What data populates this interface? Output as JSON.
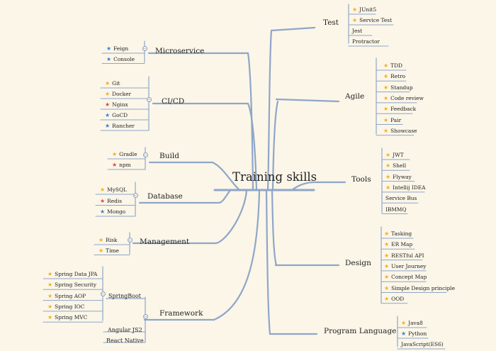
{
  "root": "Training skills",
  "colors": {
    "branch": "#8fa6c9",
    "star_gold": "#f2b01e",
    "star_blue": "#3f7fd0",
    "star_red": "#e2453a",
    "background": "#fbf6e8"
  },
  "branches": [
    {
      "key": "test",
      "label": "Test",
      "side": "right",
      "leaves": [
        {
          "text": "JUnit5",
          "star": "gold"
        },
        {
          "text": "Service Test",
          "star": "gold"
        },
        {
          "text": "Jest",
          "star": null
        },
        {
          "text": "Protractor",
          "star": null
        }
      ]
    },
    {
      "key": "agile",
      "label": "Agile",
      "side": "right",
      "leaves": [
        {
          "text": "TDD",
          "star": "gold"
        },
        {
          "text": "Retro",
          "star": "gold"
        },
        {
          "text": "Standup",
          "star": "gold"
        },
        {
          "text": "Code review",
          "star": "gold"
        },
        {
          "text": "Feedback",
          "star": "gold"
        },
        {
          "text": "Pair",
          "star": "gold"
        },
        {
          "text": "Showcase",
          "star": "gold"
        }
      ]
    },
    {
      "key": "tools",
      "label": "Tools",
      "side": "right",
      "leaves": [
        {
          "text": "JWT",
          "star": "gold"
        },
        {
          "text": "Shell",
          "star": "gold"
        },
        {
          "text": "Flyway",
          "star": "gold"
        },
        {
          "text": "Intellij IDEA",
          "star": "gold"
        },
        {
          "text": "Service Bus",
          "star": null
        },
        {
          "text": "IBMMQ",
          "star": null
        }
      ]
    },
    {
      "key": "design",
      "label": "Design",
      "side": "right",
      "leaves": [
        {
          "text": "Tasking",
          "star": "gold"
        },
        {
          "text": "ER Map",
          "star": "gold"
        },
        {
          "text": "RESTful API",
          "star": "gold"
        },
        {
          "text": "User Journey",
          "star": "gold"
        },
        {
          "text": "Concept Map",
          "star": "gold"
        },
        {
          "text": "Simple Design principle",
          "star": "gold"
        },
        {
          "text": "OOD",
          "star": "gold"
        }
      ]
    },
    {
      "key": "program_language",
      "label": "Program Language",
      "side": "right",
      "leaves": [
        {
          "text": "Java8",
          "star": "gold"
        },
        {
          "text": "Python",
          "star": "blue"
        },
        {
          "text": "JavaScript(ES6)",
          "star": null
        }
      ]
    },
    {
      "key": "microservice",
      "label": "Microservice",
      "side": "left",
      "leaves": [
        {
          "text": "Feign",
          "star": "blue"
        },
        {
          "text": "Console",
          "star": "blue"
        }
      ]
    },
    {
      "key": "cicd",
      "label": "CI/CD",
      "side": "left",
      "leaves": [
        {
          "text": "Git",
          "star": "gold"
        },
        {
          "text": "Docker",
          "star": "gold"
        },
        {
          "text": "Nginx",
          "star": "red"
        },
        {
          "text": "GoCD",
          "star": "blue"
        },
        {
          "text": "Rancher",
          "star": "blue"
        }
      ]
    },
    {
      "key": "build",
      "label": "Build",
      "side": "left",
      "leaves": [
        {
          "text": "Gradle",
          "star": "gold"
        },
        {
          "text": "npm",
          "star": "red"
        }
      ]
    },
    {
      "key": "database",
      "label": "Database",
      "side": "left",
      "leaves": [
        {
          "text": "MySQL",
          "star": "gold"
        },
        {
          "text": "Redis",
          "star": "red"
        },
        {
          "text": "Mongo",
          "star": "blue"
        }
      ]
    },
    {
      "key": "management",
      "label": "Management",
      "side": "left",
      "leaves": [
        {
          "text": "Risk",
          "star": "gold"
        },
        {
          "text": "Time",
          "star": "gold"
        }
      ]
    },
    {
      "key": "framework",
      "label": "Framework",
      "side": "left",
      "children": [
        {
          "label": "SpringBoot",
          "leaves": [
            {
              "text": "Spring Data JPA",
              "star": "gold"
            },
            {
              "text": "Spring Security",
              "star": "gold"
            },
            {
              "text": "Spring AOP",
              "star": "gold"
            },
            {
              "text": "Spring IOC",
              "star": "gold"
            },
            {
              "text": "Spring MVC",
              "star": "gold"
            }
          ]
        },
        {
          "label": "Angular JS2",
          "leaves": []
        },
        {
          "label": "React Native",
          "leaves": []
        }
      ]
    }
  ]
}
